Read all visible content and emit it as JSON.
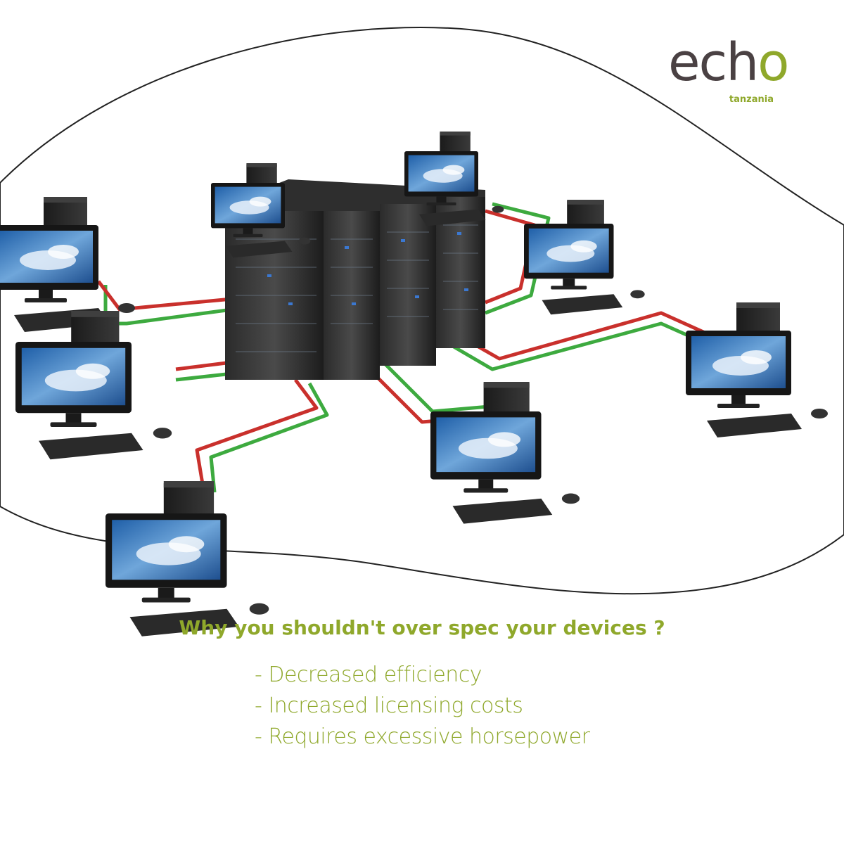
{
  "brand": {
    "name_dark": "ech",
    "name_accent": "o",
    "sub": "tanzania"
  },
  "headline": "Why you shouldn't over spec your devices  ?",
  "points": [
    "- Decreased efficiency",
    "- Increased licensing costs",
    "- Requires excessive horsepower"
  ],
  "colors": {
    "accent": "#8fa82b",
    "dark": "#4a4143",
    "cable_red": "#c9302c",
    "cable_green": "#3daa3f",
    "background": "#ffffff"
  },
  "illustration": {
    "description_icon": "server-network-icon"
  }
}
